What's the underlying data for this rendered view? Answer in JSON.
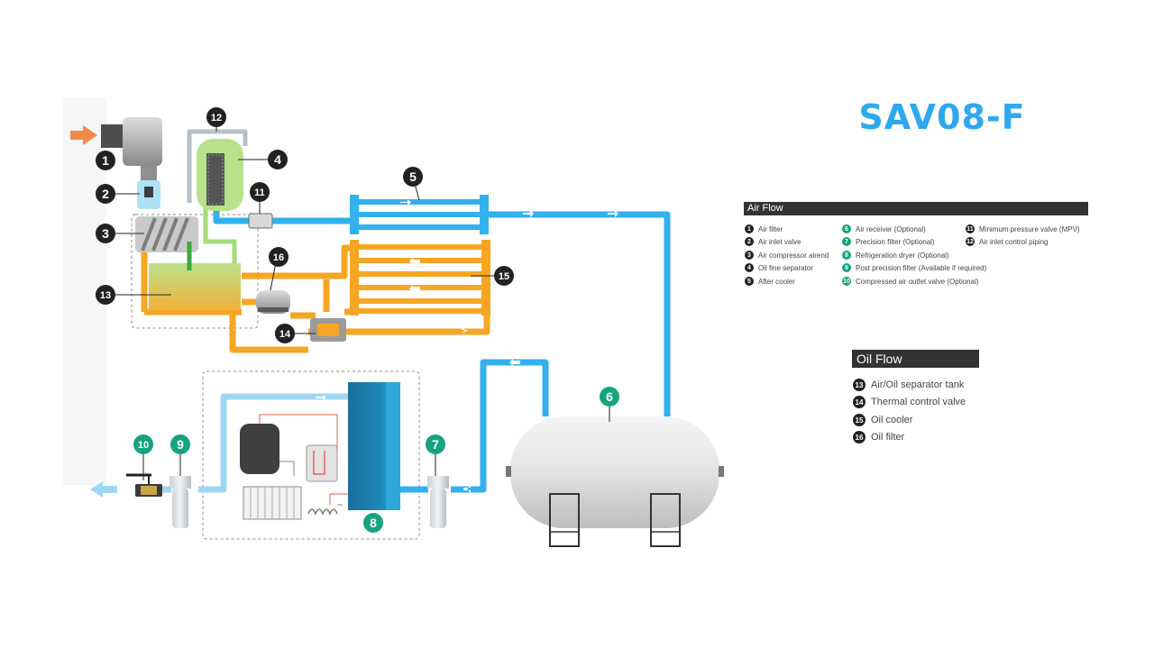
{
  "title": "SAV08-F",
  "colors": {
    "air": "#33b0ee",
    "air_light": "#9fd7f3",
    "oil": "#f6a623",
    "inlet_arrow": "#f08a4b",
    "badge_dark": "#222222",
    "badge_green": "#16a37f",
    "title": "#2ea8ef"
  },
  "callouts": [
    "1",
    "2",
    "3",
    "4",
    "5",
    "6",
    "7",
    "8",
    "9",
    "10",
    "11",
    "12",
    "13",
    "14",
    "15",
    "16"
  ],
  "air_flow": {
    "heading": "Air Flow",
    "items": [
      {
        "num": "1",
        "label": "Air filter",
        "style": "dark"
      },
      {
        "num": "2",
        "label": "Air inlet valve",
        "style": "dark"
      },
      {
        "num": "3",
        "label": "Air compressor airend",
        "style": "dark"
      },
      {
        "num": "4",
        "label": "Oil fine separator",
        "style": "dark"
      },
      {
        "num": "5",
        "label": "After cooler",
        "style": "dark"
      },
      {
        "num": "6",
        "label": "Air receiver (Optional)",
        "style": "green"
      },
      {
        "num": "7",
        "label": "Precision filter (Optional)",
        "style": "green"
      },
      {
        "num": "8",
        "label": "Refrigeration dryer (Optional)",
        "style": "green"
      },
      {
        "num": "9",
        "label": "Post precision filter (Available if required)",
        "style": "green"
      },
      {
        "num": "10",
        "label": "Compressed air outlet valve (Optional)",
        "style": "green"
      },
      {
        "num": "11",
        "label": "Minimum pressure valve (MPV)",
        "style": "dark"
      },
      {
        "num": "12",
        "label": "Air inlet control piping",
        "style": "dark"
      }
    ]
  },
  "oil_flow": {
    "heading": "Oil Flow",
    "items": [
      {
        "num": "13",
        "label": "Air/Oil separator tank",
        "style": "dark"
      },
      {
        "num": "14",
        "label": "Thermal control valve",
        "style": "dark"
      },
      {
        "num": "15",
        "label": "Oil cooler",
        "style": "dark"
      },
      {
        "num": "16",
        "label": "Oil filter",
        "style": "dark"
      }
    ]
  }
}
